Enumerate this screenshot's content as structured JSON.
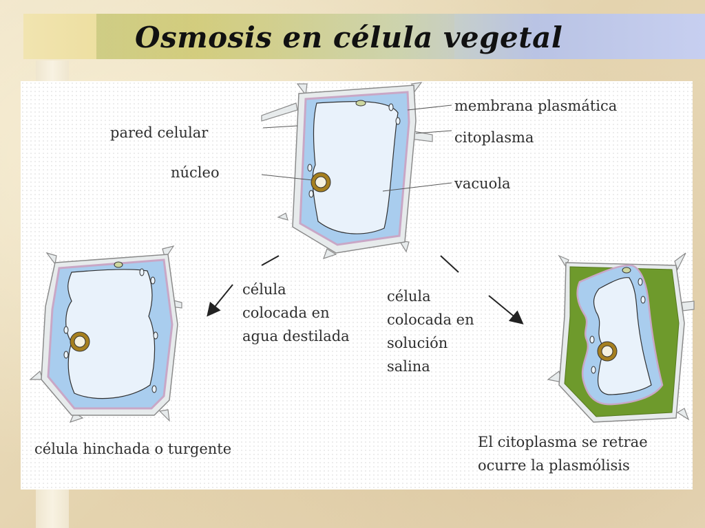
{
  "title": "Osmosis en célula vegetal",
  "labels": {
    "membrana": "membrana plasmática",
    "pared": "pared celular",
    "citoplasma": "citoplasma",
    "nucleo": "núcleo",
    "vacuola": "vacuola"
  },
  "left_instruction": [
    "célula",
    "colocada en",
    "agua destilada"
  ],
  "right_instruction": [
    "célula",
    "colocada en",
    "solución",
    "salina"
  ],
  "result_left": "célula hinchada o turgente",
  "result_right": [
    "El citoplasma se retrae",
    "ocurre la plasmólisis"
  ],
  "colors": {
    "cell_wall": "#e7ebec",
    "membrane": "#c9a7c6",
    "cytoplasm": "#a9cdee",
    "vacuole": "#e9f2fb",
    "shrunk_space": "#6e9a2c",
    "nucleus_ring": "#a57f1f"
  }
}
